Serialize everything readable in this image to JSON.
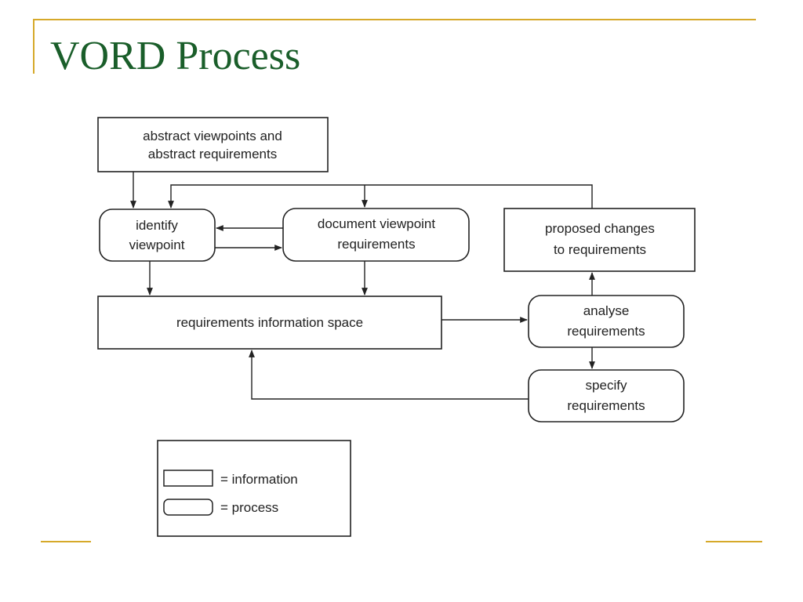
{
  "title": "VORD Process",
  "colors": {
    "title": "#1a5e2a",
    "accent": "#d6a92a",
    "stroke": "#222222"
  },
  "nodes": {
    "abstract": {
      "kind": "information",
      "lines": [
        "abstract viewpoints and",
        "abstract requirements"
      ]
    },
    "identify": {
      "kind": "process",
      "lines": [
        "identify",
        "viewpoint"
      ]
    },
    "document": {
      "kind": "process",
      "lines": [
        "document viewpoint",
        "requirements"
      ]
    },
    "proposed": {
      "kind": "information",
      "lines": [
        "proposed changes",
        "to requirements"
      ]
    },
    "space": {
      "kind": "information",
      "lines": [
        "requirements information space"
      ]
    },
    "analyse": {
      "kind": "process",
      "lines": [
        "analyse",
        "requirements"
      ]
    },
    "specify": {
      "kind": "process",
      "lines": [
        "specify",
        "requirements"
      ]
    }
  },
  "legend": {
    "information": "= information",
    "process": "= process"
  }
}
